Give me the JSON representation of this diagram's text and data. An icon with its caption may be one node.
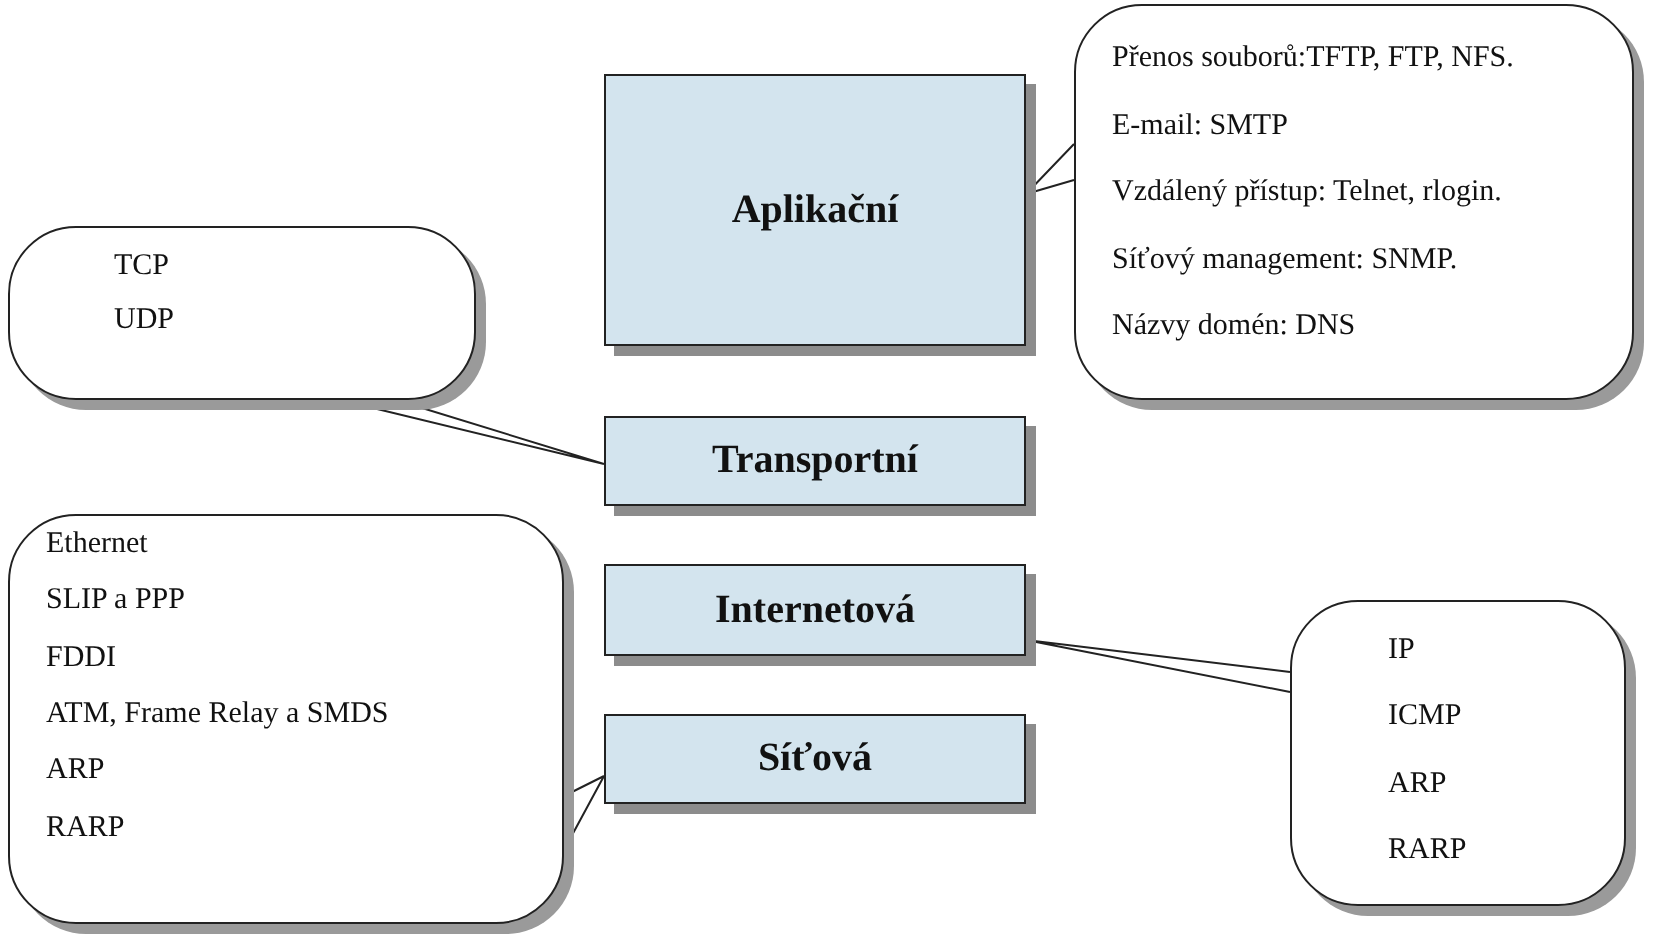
{
  "diagram": {
    "nodes": [
      {
        "text": [
          "Aplikační"
        ]
      },
      {
        "text": [
          "Přenos souborů:TFTP, FTP, NFS.",
          "E-mail: SMTP",
          "Vzdálený přístup: Telnet, rlogin.",
          "Síťový management: SNMP.",
          "Názvy domén: DNS"
        ]
      },
      {
        "text": [
          "TCP",
          "UDP"
        ]
      },
      {
        "text": [
          "Transportní"
        ]
      },
      {
        "text": [
          "Ethernet",
          "SLIP a PPP",
          "FDDI",
          "ATM, Frame Relay a SMDS",
          "ARP",
          "RARP"
        ]
      },
      {
        "text": [
          "Internetová"
        ]
      },
      {
        "text": [
          "IP",
          "ICMP",
          "ARP",
          "RARP"
        ]
      },
      {
        "text": [
          "Síťová"
        ]
      }
    ],
    "edges": [
      {
        "from": 1,
        "to": 0,
        "arrow": "none"
      },
      {
        "from": 2,
        "to": 3,
        "arrow": "none"
      },
      {
        "from": 6,
        "to": 5,
        "arrow": "none"
      },
      {
        "from": 4,
        "to": 7,
        "arrow": "none"
      }
    ]
  }
}
